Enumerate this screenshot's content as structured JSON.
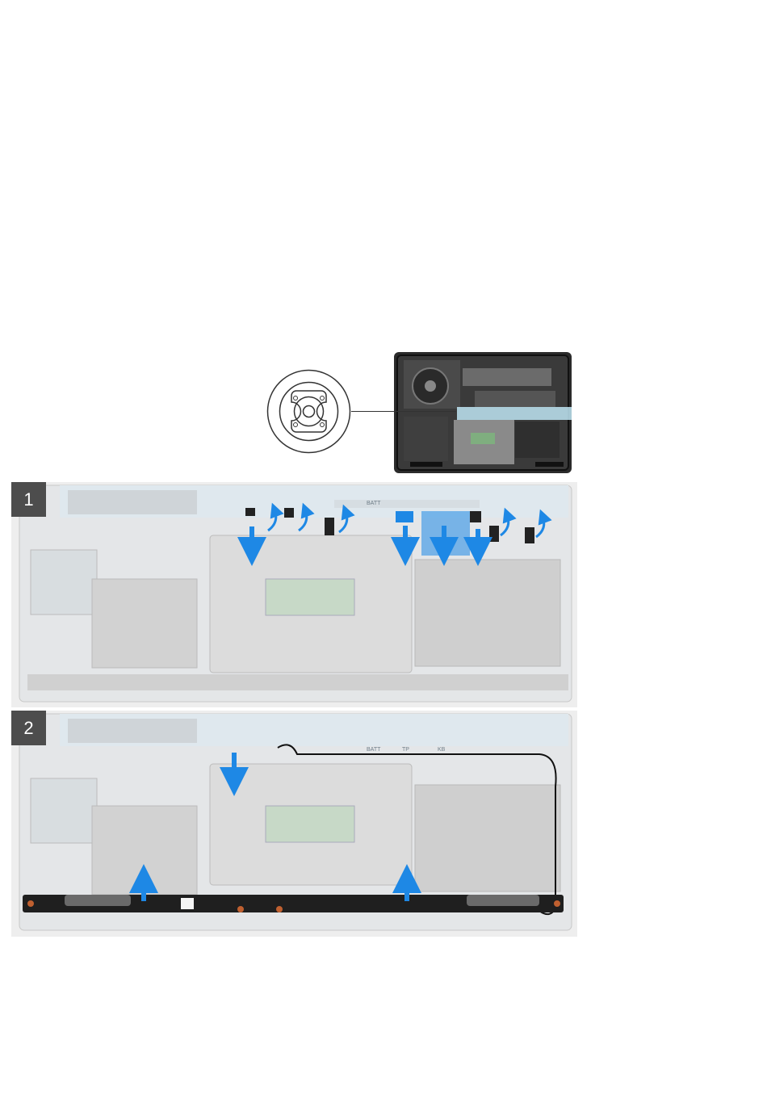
{
  "steps": [
    {
      "number": "1"
    },
    {
      "number": "2"
    }
  ],
  "board_labels": {
    "batt": "BATT",
    "tp": "TP",
    "kb": "KB"
  },
  "colors": {
    "accent_arrow": "#1e88e5",
    "chassis": "#2b2b2b",
    "panel_bg": "#eeeeee",
    "badge": "#4d4d4d"
  },
  "icons": [
    "speaker-icon",
    "down-arrow-icon",
    "up-arrow-icon",
    "curved-lift-arrow-icon"
  ]
}
